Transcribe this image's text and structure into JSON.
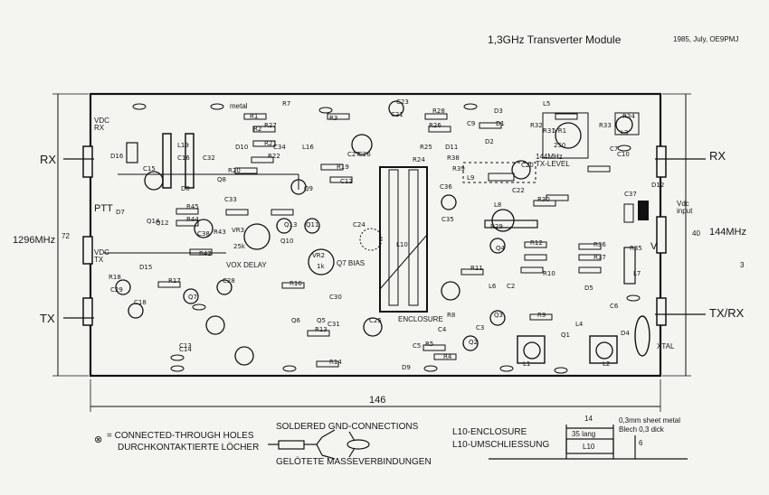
{
  "header": {
    "title": "1,3GHz  Transverter Module",
    "date": "1985, July, OE9PMJ"
  },
  "board_labels": {
    "rx_left": "RX",
    "tx_left": "TX",
    "freq_left": "1296MHz",
    "freq_left_sub": "72",
    "vdc_rx": "VDC\nRX",
    "vdc_tx": "VDC\nTX",
    "ptt": "PTT",
    "rx_right": "RX",
    "txrx_right": "TX/RX",
    "freq_right": "144MHz",
    "freq_right_sub": "40",
    "vdc_input": "Vdc\ninput",
    "v_mark": "V",
    "tx_level": "144MHz\nTX-LEVEL",
    "vox_delay": "VOX DELAY",
    "q7_bias": "Q7 BIAS",
    "enclosure": "ENCLOSURE",
    "xtal": "XTAL",
    "metal": "metal",
    "dim_width": "146",
    "page_mark": "3"
  },
  "components": [
    "L19",
    "C15",
    "C16",
    "C32",
    "R20",
    "Q8",
    "C33",
    "D16",
    "D7",
    "Q12",
    "R45",
    "R44",
    "C38",
    "R43",
    "D15",
    "R17",
    "R18",
    "C18",
    "C29",
    "Q7",
    "C28",
    "VR3",
    "25k",
    "R42",
    "C13",
    "Q13",
    "Q11",
    "R16",
    "VR2",
    "1k",
    "R14",
    "R13",
    "C30",
    "Q5",
    "Q6",
    "C31",
    "C25",
    "C26",
    "C24",
    "L10",
    "R11",
    "C2",
    "Q4",
    "Q3",
    "Q2",
    "R5",
    "R4",
    "D9",
    "R12",
    "R36",
    "R37",
    "R10",
    "R8",
    "R9",
    "L1",
    "L2",
    "L4",
    "L6",
    "Q1",
    "D4",
    "D5",
    "L7",
    "L8",
    "R29",
    "R30",
    "R31",
    "R32",
    "R33",
    "R34",
    "R35",
    "VR1",
    "250",
    "L3",
    "D12",
    "C37",
    "C10",
    "C22",
    "C20",
    "C35",
    "C36",
    "Q9",
    "C12",
    "R19",
    "R21",
    "R22",
    "R27",
    "R28",
    "R26",
    "R25",
    "R24",
    "D11",
    "D10",
    "R7",
    "R3",
    "R1",
    "R2",
    "C23",
    "C34",
    "C7",
    "C9",
    "C21",
    "D1",
    "D2",
    "D3",
    "D8",
    "L5",
    "L9",
    "L16",
    "Q10",
    "Q14",
    "C3",
    "C4",
    "C5",
    "C14",
    "C6",
    "R38",
    "R39",
    "C27"
  ],
  "legend": {
    "holes_symbol": "⊗",
    "holes_line1": "= CONNECTED-THROUGH HOLES",
    "holes_line2": "DURCHKONTAKTIERTE LÖCHER",
    "gnd_line1": "SOLDERED GND-CONNECTIONS",
    "gnd_line2": "GELÖTETE MASSEVERBINDUNGEN",
    "encl_line1": "L10-ENCLOSURE",
    "encl_line2": "L10-UMSCHLIESSUNG",
    "encl_dim": "14",
    "encl_note1": "0,3mm sheet metal",
    "encl_note2": "Blech  0,3 dick",
    "encl_len": "35 lang",
    "encl_coil": "L10",
    "encl_h": "6"
  }
}
